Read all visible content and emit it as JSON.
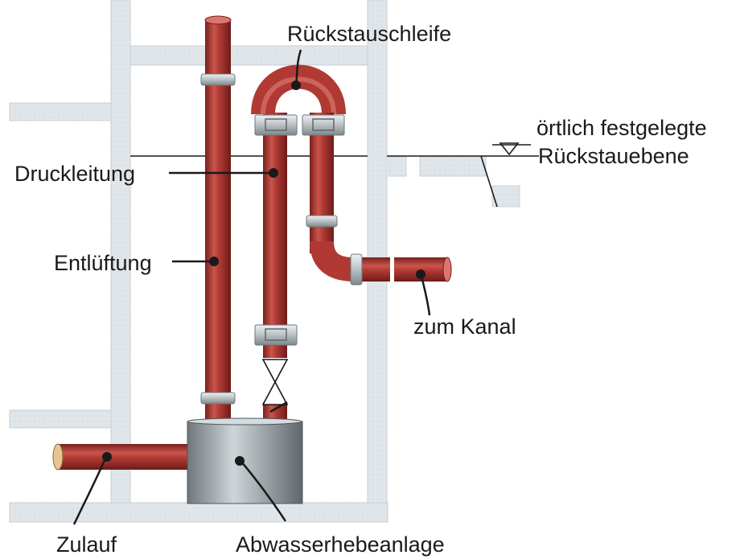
{
  "labels": {
    "rueckstauschleife": "Rückstauschleife",
    "oertlich": "örtlich festgelegte",
    "rueckstauebene": "Rückstauebene",
    "druckleitung": "Druckleitung",
    "entlueftung": "Entlüftung",
    "zum_kanal": "zum Kanal",
    "zulauf": "Zulauf",
    "abwasserhebeanlage": "Abwasserhebeanlage"
  },
  "colors": {
    "pipe": "#b03a33",
    "pipe_dark": "#7a1f1c",
    "pipe_light": "#d9766d",
    "wall": "#dde4e8",
    "tank": "#9aa3a8",
    "clamp": "#c8cdd0",
    "line": "#1a1a1a"
  }
}
